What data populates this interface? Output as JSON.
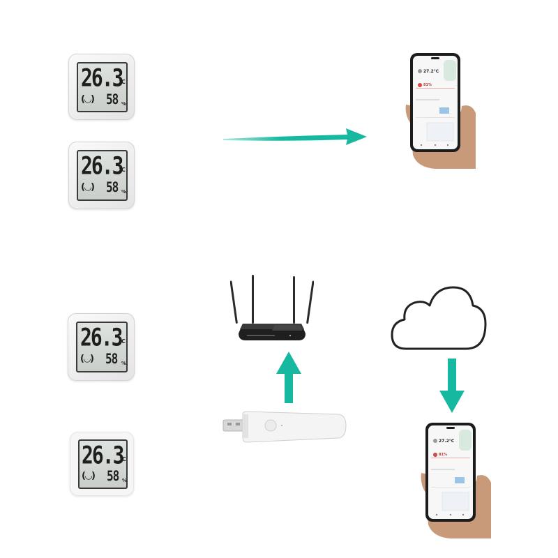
{
  "devices": [
    {
      "temperature": "26.3",
      "temp_unit": "°C",
      "face": "(◡)",
      "humidity": "58",
      "hum_unit": "%"
    },
    {
      "temperature": "26.3",
      "temp_unit": "°C",
      "face": "(◡)",
      "humidity": "58",
      "hum_unit": "%"
    },
    {
      "temperature": "26.3",
      "temp_unit": "°C",
      "face": "(◡)",
      "humidity": "58",
      "hum_unit": "%"
    },
    {
      "temperature": "26.3",
      "temp_unit": "°C",
      "face": "(◡)",
      "humidity": "58",
      "hum_unit": "%"
    }
  ],
  "phones": [
    {
      "reading_temp": "27.2°C",
      "reading_hum": "81%"
    },
    {
      "reading_temp": "27.2°C",
      "reading_hum": "81%"
    }
  ],
  "icons": {
    "arrow": "right-arrow-icon",
    "arrow_up": "up-arrow-icon",
    "arrow_down": "down-arrow-icon",
    "router": "wifi-router-icon",
    "cloud": "cloud-icon",
    "gateway": "usb-gateway-icon",
    "phone": "smartphone-in-hand-icon"
  },
  "colors": {
    "arrow": "#16b9a0",
    "lcd_bg": "#d3d8d3",
    "device_shell": "#eeeeee"
  }
}
